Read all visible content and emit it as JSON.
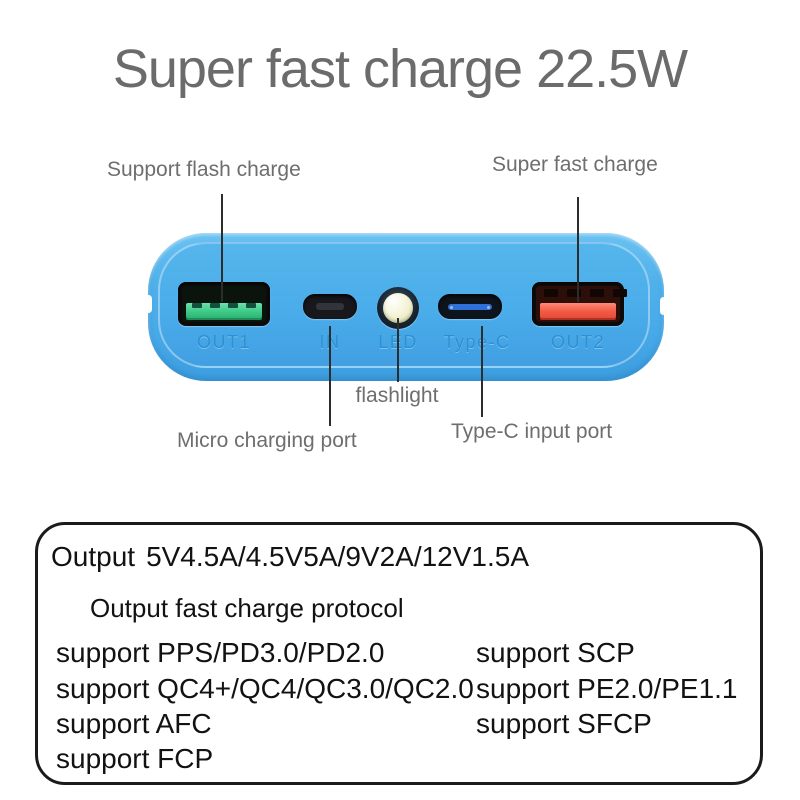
{
  "title": "Super fast charge 22.5W",
  "callouts": {
    "flash_charge": "Support flash charge",
    "super_fast": "Super fast charge",
    "flashlight": "flashlight",
    "micro_port": "Micro charging port",
    "type_c_port": "Type-C input port"
  },
  "device": {
    "port_labels": {
      "out1": "OUT1",
      "in": "IN",
      "led": "LED",
      "type_c": "Type-C",
      "out2": "OUT2"
    }
  },
  "specs": {
    "output_label": "Output",
    "output_values": "5V4.5A/4.5V5A/9V2A/12V1.5A",
    "protocol_title": "Output fast charge protocol",
    "left": [
      "support PPS/PD3.0/PD2.0",
      "support QC4+/QC4/QC3.0/QC2.0",
      "support AFC",
      "support FCP"
    ],
    "right": [
      "support SCP",
      "support PE2.0/PE1.1",
      "support SFCP"
    ]
  },
  "colors": {
    "body_blue": "#49abe9",
    "port_label_blue": "#2a8fd0",
    "usb_green": "#3fcb88",
    "usb_red": "#f35b45",
    "typec_blue": "#2e6fd8",
    "led_lens": "#f4f3d2",
    "heading_gray": "#6b6b6b",
    "text_black": "#121212"
  }
}
